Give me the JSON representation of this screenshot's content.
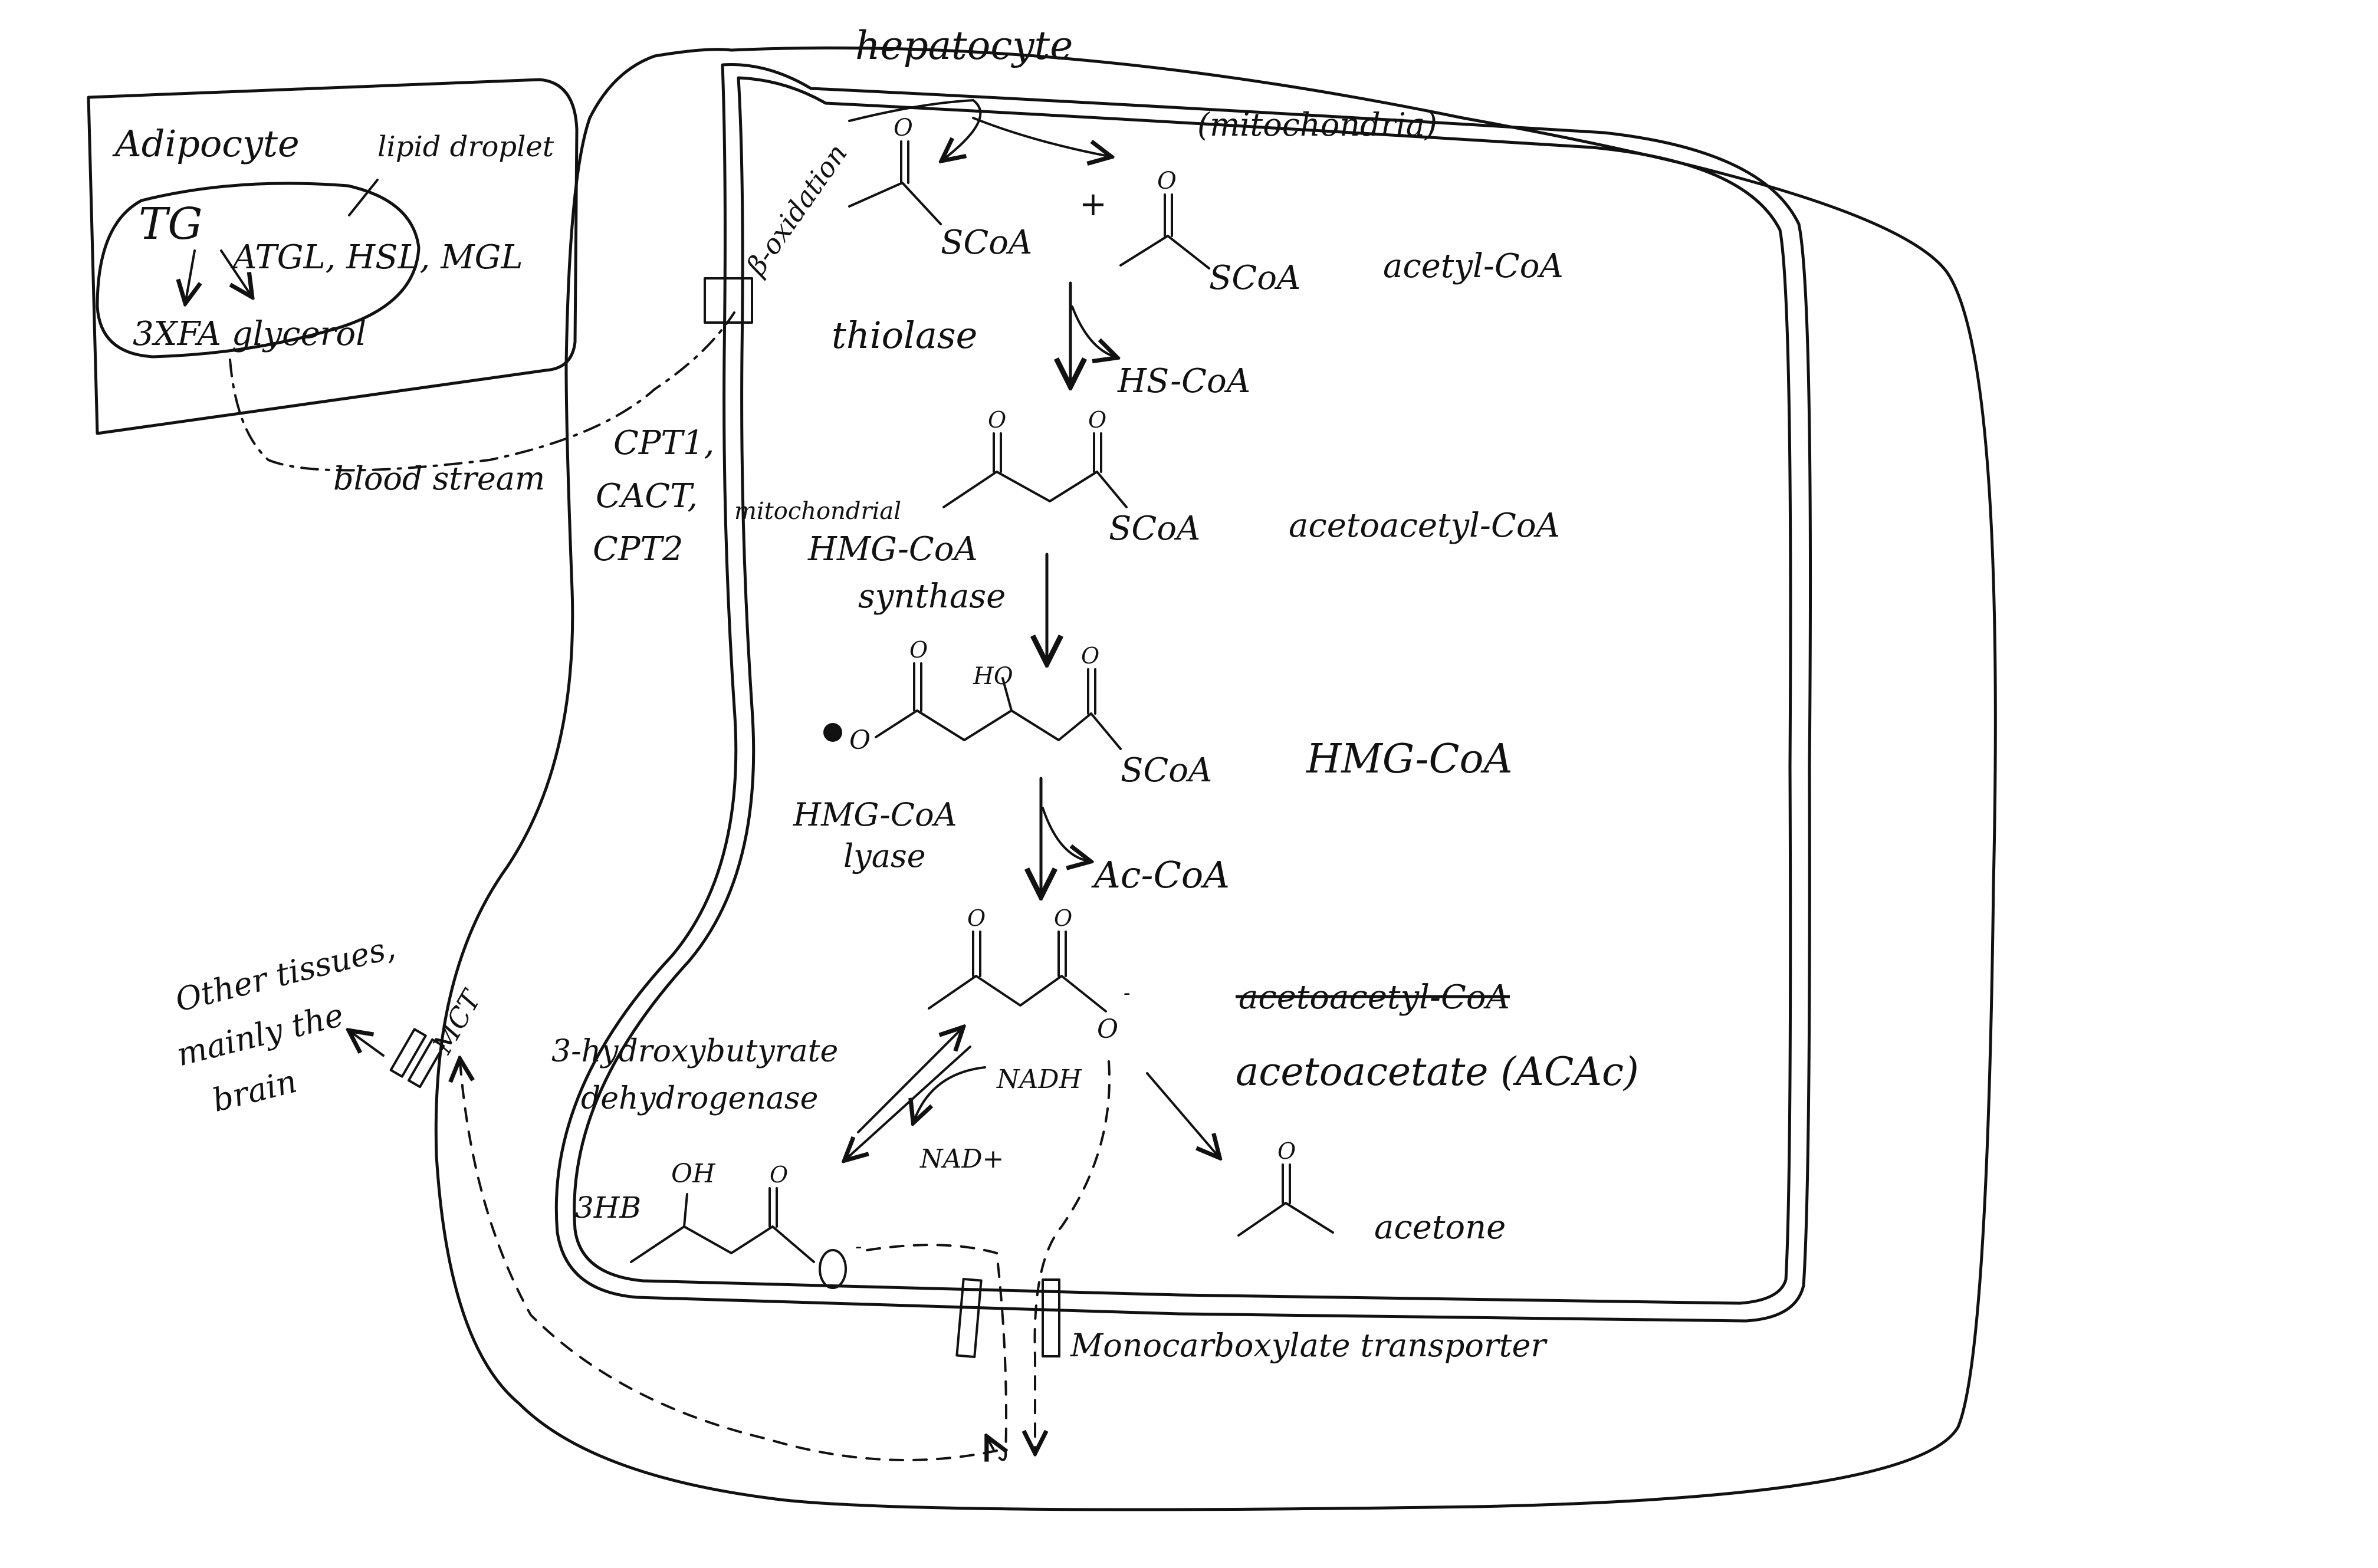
{
  "adipocyte": {
    "title": "Adipocyte",
    "lipid_droplet": "lipid droplet",
    "tg": "TG",
    "enzymes": "ATGL, HSL, MGL",
    "products": "3XFA glycerol"
  },
  "blood_stream": "blood stream",
  "transport_proteins": [
    "CPT1,",
    "CACT,",
    "CPT2"
  ],
  "hepatocyte": {
    "title": "hepatocyte",
    "mitochondria": "(mitochondria)",
    "beta_oxidation": "β-oxidation"
  },
  "pathway": {
    "acetyl_coa": {
      "group": "SCoA",
      "group2": "SCoA",
      "name": "acetyl-CoA",
      "plus": "+"
    },
    "thiolase": {
      "enzyme": "thiolase",
      "byproduct": "HS-CoA"
    },
    "acetoacetyl_coa": {
      "group": "SCoA",
      "name": "acetoacetyl-CoA"
    },
    "hmg_synthase": {
      "enzyme_lines": [
        "mitochondrial",
        "HMG-CoA",
        "synthase"
      ]
    },
    "hmg_coa": {
      "group": "SCoA",
      "hydroxyl": "HO",
      "name": "HMG-CoA"
    },
    "hmg_lyase": {
      "enzyme_lines": [
        "HMG-CoA",
        "lyase"
      ],
      "byproduct": "Ac-CoA"
    },
    "acetoacetate": {
      "struck_label": "acetoacetyl-CoA",
      "name": "acetoacetate (ACAc)"
    },
    "dehydrogenase": {
      "enzyme_lines": [
        "3-hydroxybutyrate",
        "dehydrogenase"
      ],
      "cofactor_in": "NADH",
      "cofactor_out": "NAD+"
    },
    "three_hb": {
      "label": "3HB",
      "hydroxyl": "OH"
    },
    "acetone": {
      "name": "acetone"
    }
  },
  "transporters": {
    "mct_label": "MCT",
    "monocarboxylate": "Monocarboxylate transporter"
  },
  "other_tissues": [
    "Other tissues,",
    "mainly the",
    "brain"
  ]
}
